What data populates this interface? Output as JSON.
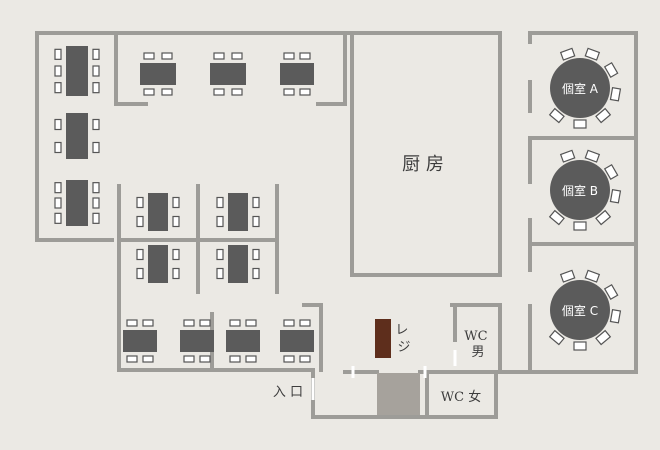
{
  "colors": {
    "background": "#ebe9e4",
    "wall": "#9d9c98",
    "table": "#5b5b5b",
    "chair": "#ffffff",
    "chair_stroke": "#555555",
    "register": "#5e2e1c",
    "entrance_mat": "#a6a29c",
    "label_text": "#3d3d3d",
    "room_label_text": "#ffffff"
  },
  "labels": {
    "kitchen": "厨 房",
    "register": "レ\nジ",
    "wc_men": "WC\n男",
    "wc_women": "WC 女",
    "entrance": "入 口"
  },
  "private_rooms": {
    "a": "個室 A",
    "b": "個室 B",
    "c": "個室 C"
  }
}
